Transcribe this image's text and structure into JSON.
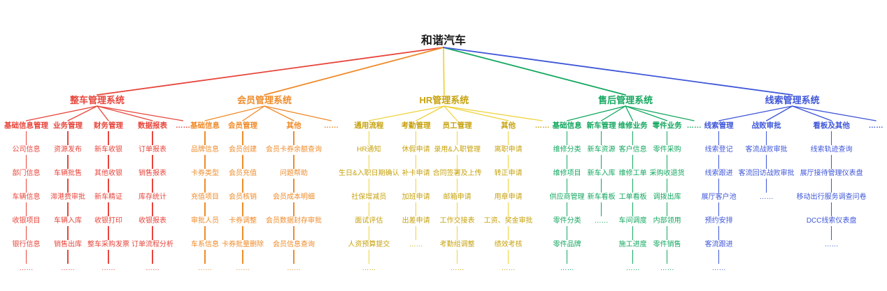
{
  "root": {
    "title": "和谐汽车"
  },
  "colors": {
    "root_text": "#1a1a1a",
    "background": "#ffffff",
    "branch_red": "#e7463c",
    "branch_orange": "#ef8b2a",
    "branch_yellow_text": "#c7a20d",
    "branch_yellow_line": "#f0d33c",
    "branch_green": "#14a860",
    "branch_blue": "#3e56d8"
  },
  "branches": [
    {
      "title": "整车管理系统",
      "color": "#e7463c",
      "line": "#e7463c",
      "columns": [
        {
          "header": "基础信息管理",
          "items": [
            "公司信息",
            "部门信息",
            "车辆信息",
            "收银项目",
            "银行信息",
            "……"
          ]
        },
        {
          "header": "业务管理",
          "items": [
            "资源发布",
            "车辆批售",
            "滞港费审批",
            "车辆入库",
            "销售出库",
            "……"
          ]
        },
        {
          "header": "财务管理",
          "items": [
            "新车收银",
            "其他收银",
            "新车精证",
            "收银打印",
            "整车采购发票",
            "……"
          ]
        },
        {
          "header": "数据报表",
          "items": [
            "订单报表",
            "销售报表",
            "库存统计",
            "收银报表",
            "订单流程分析",
            "……"
          ]
        },
        {
          "header": "……",
          "items": []
        }
      ]
    },
    {
      "title": "会员管理系统",
      "color": "#ef8b2a",
      "line": "#ef8b2a",
      "columns": [
        {
          "header": "基础信息",
          "items": [
            "品牌信息",
            "卡券类型",
            "充值项目",
            "审批人员",
            "车系信息",
            "……"
          ]
        },
        {
          "header": "会员管理",
          "items": [
            "会员创建",
            "会员充值",
            "会员核销",
            "卡券调整",
            "卡券批量删除",
            "……"
          ]
        },
        {
          "header": "其他",
          "items": [
            "会员卡券余额查询",
            "问题帮助",
            "会员成本明细",
            "会员数据封存审批",
            "会员信息查询",
            "……"
          ]
        },
        {
          "header": "……",
          "items": []
        }
      ]
    },
    {
      "title": "HR管理系统",
      "color": "#c7a20d",
      "line": "#f0d33c",
      "columns": [
        {
          "header": "通用流程",
          "items": [
            "HR通知",
            "生日&入职日期确认",
            "社保增减员",
            "面试评估",
            "人资预算提交",
            "……"
          ]
        },
        {
          "header": "考勤管理",
          "items": [
            "休假申请",
            "补卡申请",
            "加班申请",
            "出差申请",
            "……"
          ]
        },
        {
          "header": "员工管理",
          "items": [
            "录用&入职管理",
            "合同签署及上传",
            "邮箱申请",
            "工作交接表",
            "考勤组调整",
            "……"
          ]
        },
        {
          "header": "其他",
          "items": [
            "离职申请",
            "转正申请",
            "用章申请",
            "工资、奖金审批",
            "绩效考核",
            "……"
          ]
        },
        {
          "header": "……",
          "items": []
        }
      ]
    },
    {
      "title": "售后管理系统",
      "color": "#14a860",
      "line": "#14a860",
      "columns": [
        {
          "header": "基础信息",
          "items": [
            "维修分类",
            "维修项目",
            "供应商管理",
            "零件分类",
            "零件品牌",
            "……"
          ]
        },
        {
          "header": "新车管理",
          "items": [
            "新车资源",
            "新车入库",
            "新车看板",
            "……"
          ]
        },
        {
          "header": "维修业务",
          "items": [
            "客户信息",
            "维修工单",
            "工单看板",
            "车间调度",
            "施工进度",
            "……"
          ]
        },
        {
          "header": "零件业务",
          "items": [
            "零件采购",
            "采购收退货",
            "调拨出库",
            "内部领用",
            "零件销售",
            "……"
          ]
        },
        {
          "header": "……",
          "items": []
        }
      ]
    },
    {
      "title": "线索管理系统",
      "color": "#3e56d8",
      "line": "#3e56d8",
      "columns": [
        {
          "header": "线索管理",
          "items": [
            "线索登记",
            "线索跟进",
            "展厅客户池",
            "预约安排",
            "客流跟进",
            "……"
          ]
        },
        {
          "header": "战败审批",
          "items": [
            "客流战败审批",
            "客流回访战败审批",
            "……"
          ]
        },
        {
          "header": "看板及其他",
          "items": [
            "线索轨迹查询",
            "展厅接待管理仪表盘",
            "移动出行服务调查问卷",
            "DCC线索仪表盘",
            "……"
          ]
        },
        {
          "header": "……",
          "items": []
        }
      ]
    }
  ]
}
